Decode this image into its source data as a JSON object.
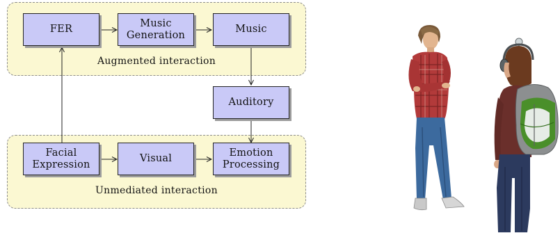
{
  "groups": {
    "augmented": {
      "label": "Augmented interaction"
    },
    "unmediated": {
      "label": "Unmediated interaction"
    }
  },
  "nodes": {
    "fer": [
      "FER"
    ],
    "music_generation": [
      "Music",
      "Generation"
    ],
    "music": [
      "Music"
    ],
    "auditory": [
      "Auditory"
    ],
    "facial_expression": [
      "Facial",
      "Expression"
    ],
    "visual": [
      "Visual"
    ],
    "emotion_processing": [
      "Emotion",
      "Processing"
    ]
  },
  "colors": {
    "node_fill": "#c9c9f7",
    "group_fill": "#fbf8d2",
    "man_shirt": "#b23a3a",
    "man_jeans": "#3c6a9e",
    "woman_hair": "#6b3a1f",
    "woman_top": "#6a2f2b",
    "backpack_gray": "#8c8f90",
    "backpack_green": "#4a8f2a"
  },
  "figures": {
    "man": {
      "icon": "standing-man-avatar"
    },
    "woman": {
      "icon": "woman-with-backpack-and-headphones-avatar"
    }
  }
}
